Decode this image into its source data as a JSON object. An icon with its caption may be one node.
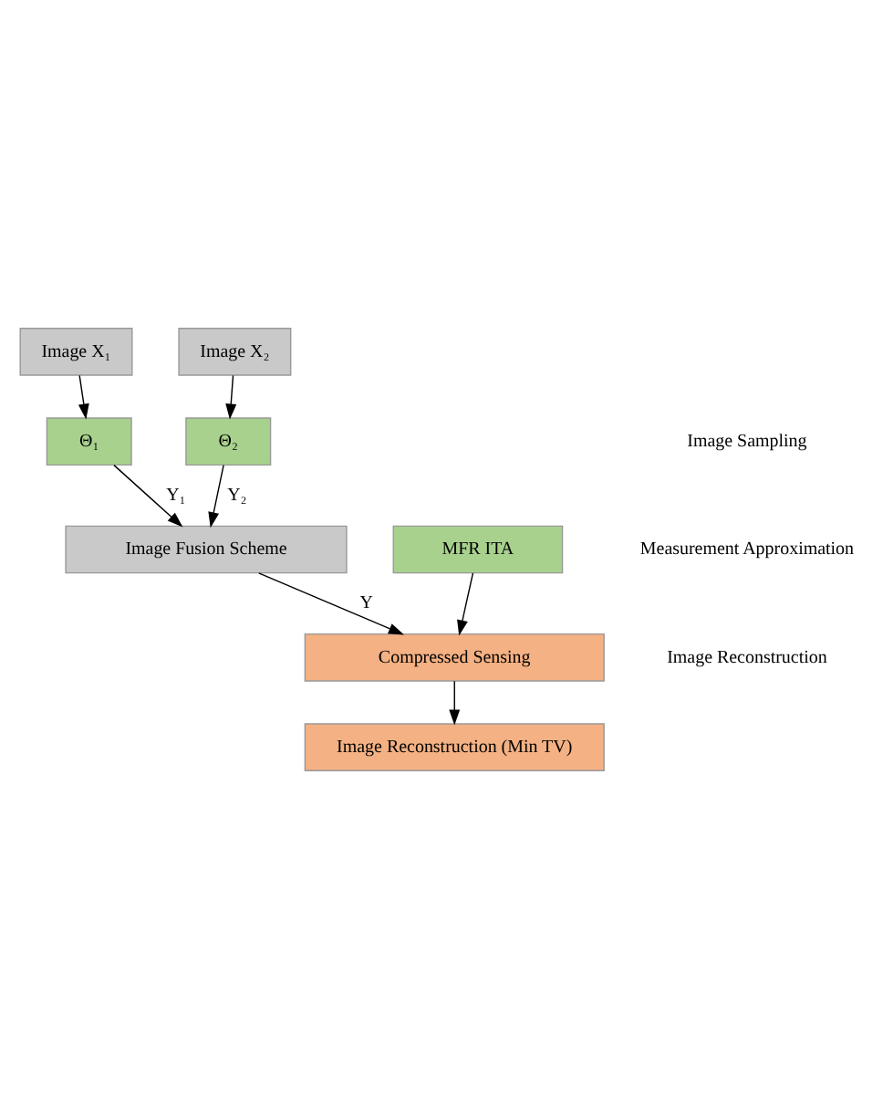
{
  "diagram": {
    "nodes": [
      {
        "text": [
          "Image X₁"
        ]
      },
      {
        "text": [
          "Image X₂"
        ]
      },
      {
        "text": [
          "Θ₁"
        ]
      },
      {
        "text": [
          "Θ₂"
        ]
      },
      {
        "text": [
          "Image Fusion Scheme"
        ]
      },
      {
        "text": [
          "MFR ITA"
        ]
      },
      {
        "text": [
          "Compressed Sensing"
        ]
      },
      {
        "text": [
          "Image Reconstruction (Min TV)"
        ]
      }
    ],
    "edges": [
      {
        "from": 0,
        "to": 2,
        "arrow": "to"
      },
      {
        "from": 1,
        "to": 3,
        "arrow": "to"
      },
      {
        "from": 2,
        "to": 4,
        "label": "Y₁",
        "arrow": "to"
      },
      {
        "from": 3,
        "to": 4,
        "label": "Y₂",
        "arrow": "to"
      },
      {
        "from": 4,
        "to": 6,
        "label": "Y",
        "arrow": "to"
      },
      {
        "from": 5,
        "to": 6,
        "arrow": "to"
      },
      {
        "from": 6,
        "to": 7,
        "arrow": "to"
      }
    ],
    "labels": [
      "Image Sampling",
      "Measurement Approximation",
      "Image Reconstruction"
    ]
  }
}
